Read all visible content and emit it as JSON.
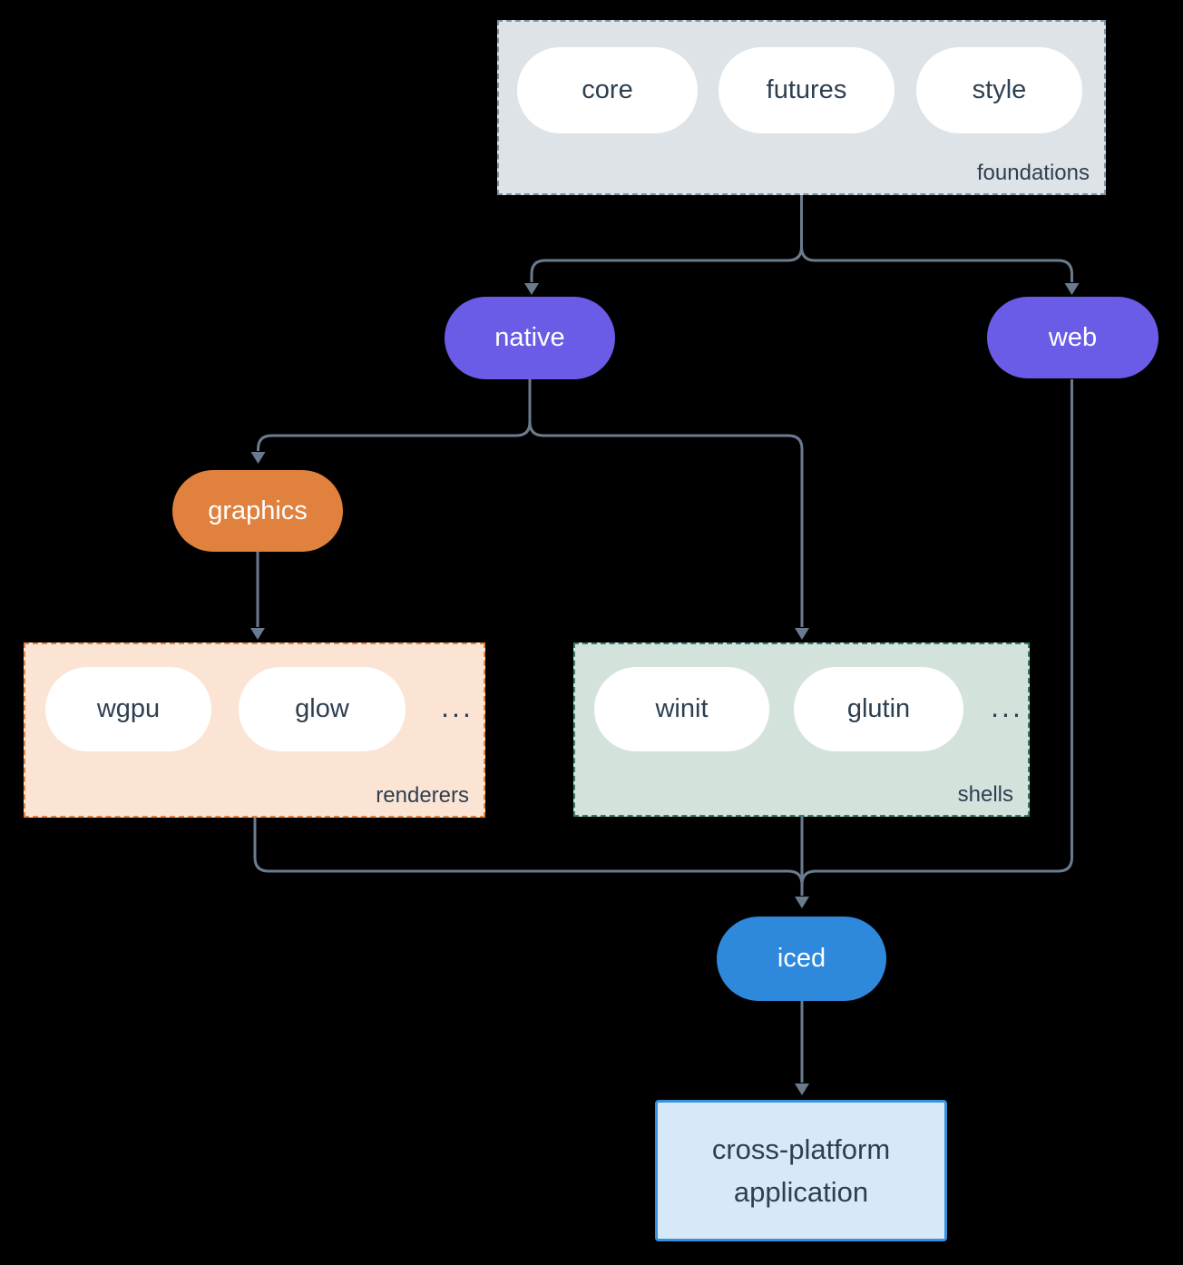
{
  "colors": {
    "background": "#000000",
    "connector_line": "#6b7b8e",
    "dark_text": "#2e3f50",
    "purple_node": "#6b5ce8",
    "orange_node": "#e0813e",
    "blue_node": "#2e89dc",
    "foundations_fill": "#dee3e7",
    "foundations_border": "#7e93a4",
    "renderers_fill": "#fbe4d4",
    "renderers_border": "#e2823d",
    "shells_fill": "#d3e3dc",
    "shells_border": "#2f7d6e",
    "application_fill": "#d7e9f8",
    "application_border": "#3990dd"
  },
  "foundations": {
    "label": "foundations",
    "items": [
      "core",
      "futures",
      "style"
    ]
  },
  "native": {
    "label": "native"
  },
  "web": {
    "label": "web"
  },
  "graphics": {
    "label": "graphics"
  },
  "renderers": {
    "label": "renderers",
    "items": [
      "wgpu",
      "glow"
    ],
    "ellipsis": "..."
  },
  "shells": {
    "label": "shells",
    "items": [
      "winit",
      "glutin"
    ],
    "ellipsis": "..."
  },
  "iced": {
    "label": "iced"
  },
  "application": {
    "line1": "cross-platform",
    "line2": "application"
  }
}
